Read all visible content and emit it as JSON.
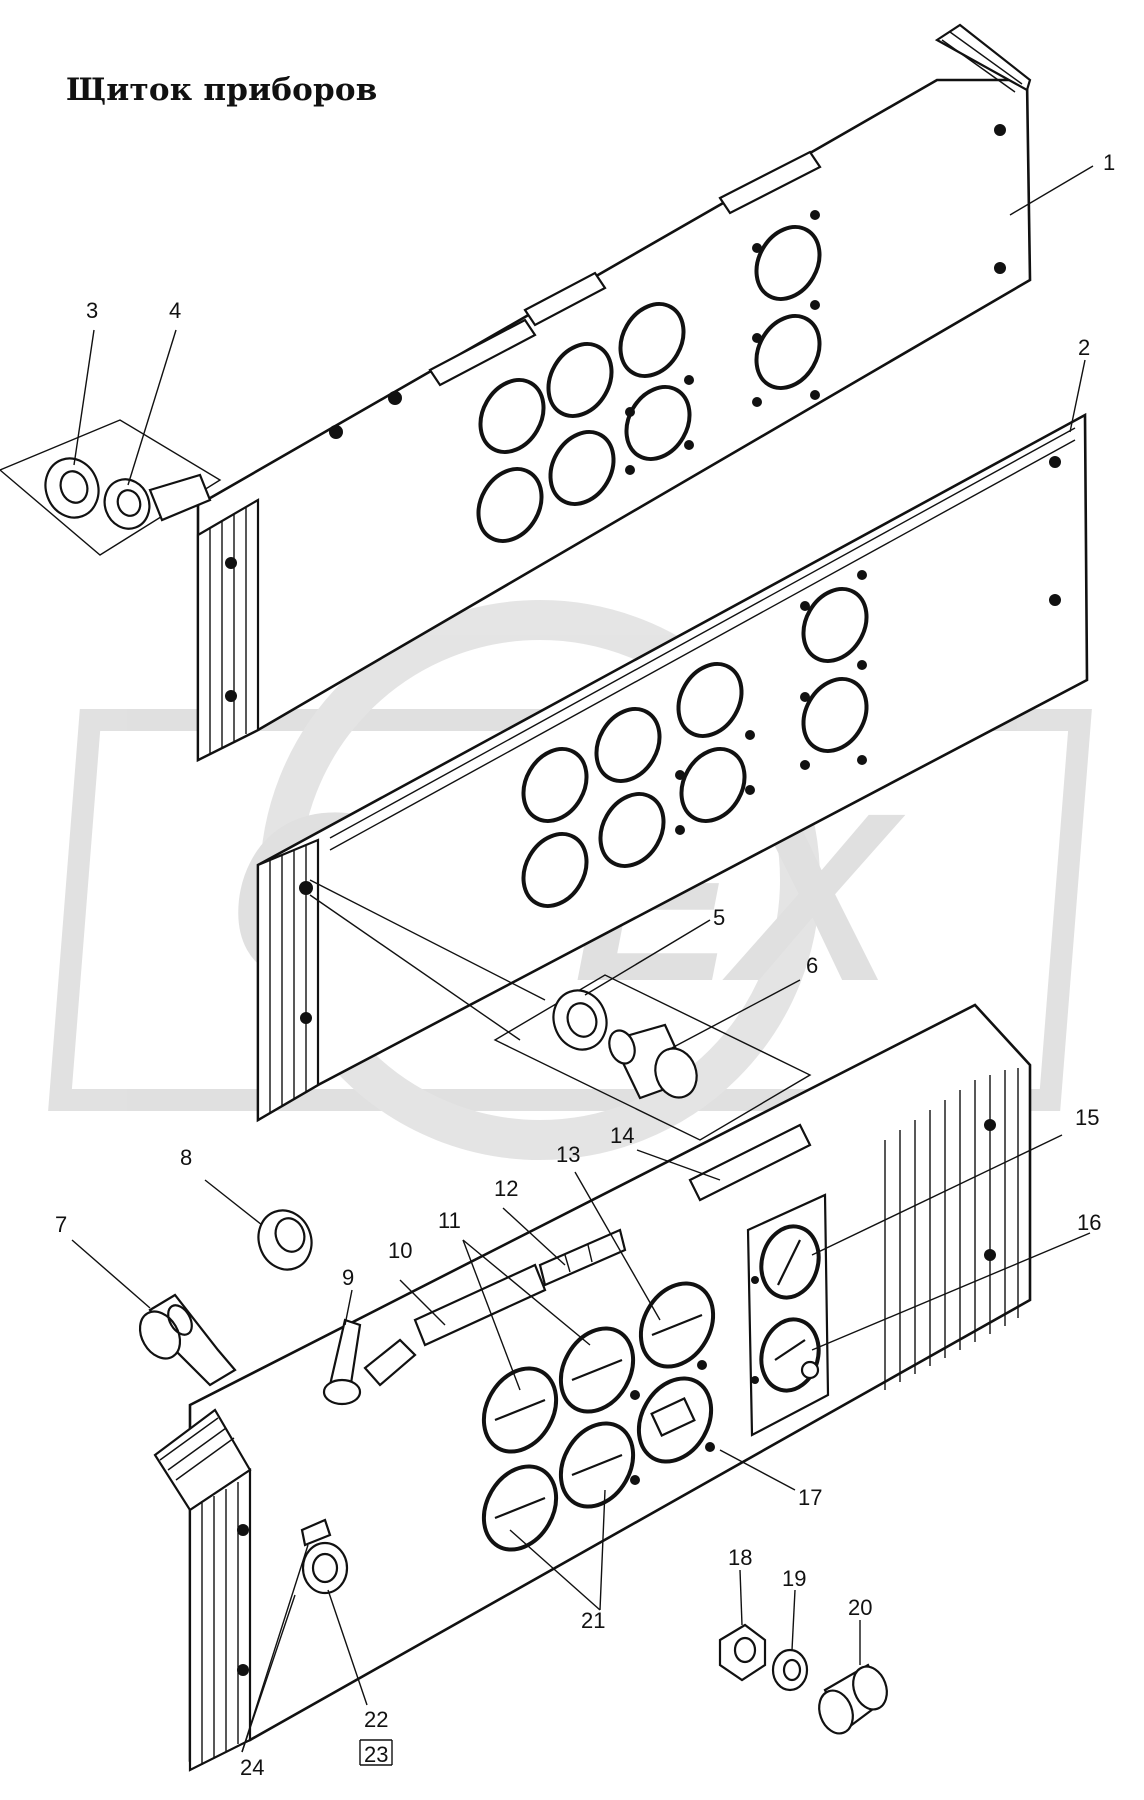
{
  "title": "Щиток приборов",
  "watermark": {
    "text": "OPEX",
    "color": "#c8c8c8"
  },
  "callouts": [
    {
      "id": "c1",
      "text": "1"
    },
    {
      "id": "c2",
      "text": "2"
    },
    {
      "id": "c3",
      "text": "3"
    },
    {
      "id": "c4",
      "text": "4"
    },
    {
      "id": "c5",
      "text": "5"
    },
    {
      "id": "c6",
      "text": "6"
    },
    {
      "id": "c7",
      "text": "7"
    },
    {
      "id": "c8",
      "text": "8"
    },
    {
      "id": "c9",
      "text": "9"
    },
    {
      "id": "c10",
      "text": "10"
    },
    {
      "id": "c11",
      "text": "11"
    },
    {
      "id": "c12",
      "text": "12"
    },
    {
      "id": "c13",
      "text": "13"
    },
    {
      "id": "c14",
      "text": "14"
    },
    {
      "id": "c15",
      "text": "15"
    },
    {
      "id": "c16",
      "text": "16"
    },
    {
      "id": "c17",
      "text": "17"
    },
    {
      "id": "c18",
      "text": "18"
    },
    {
      "id": "c19",
      "text": "19"
    },
    {
      "id": "c20",
      "text": "20"
    },
    {
      "id": "c21",
      "text": "21"
    },
    {
      "id": "c22",
      "text": "22"
    },
    {
      "id": "c23",
      "text": "23"
    },
    {
      "id": "c24",
      "text": "24"
    }
  ]
}
